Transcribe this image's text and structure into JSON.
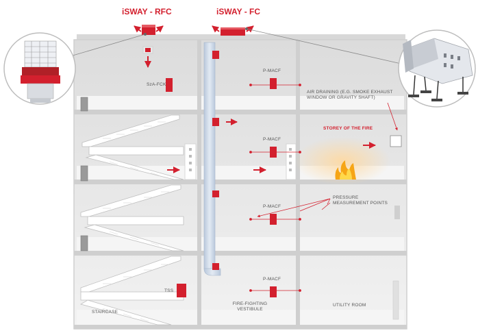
{
  "titles": {
    "rfc": "iSWAY - RFC",
    "fc": "iSWAY - FC"
  },
  "labels": {
    "sza_fck": "SzA-FCK",
    "pmacf": "P-MACF",
    "air_draining": "AIR DRAINING (E.G. SMOKE EXHAUST WINDOW OR GRAVITY SHAFT)",
    "storey_fire": "STOREY OF THE FIRE",
    "pressure_points": "PRESSURE MEASUREMENT POINTS",
    "tss": "TSS",
    "vestibule": "FIRE-FIGHTING VESTIBULE",
    "utility_room": "UTILITY ROOM",
    "staircase": "STAIRCASE"
  },
  "colors": {
    "accent": "#d3202e",
    "wall": "#e4e4e4",
    "floor": "#f0f0f0",
    "duct": "#c9d6e6"
  }
}
